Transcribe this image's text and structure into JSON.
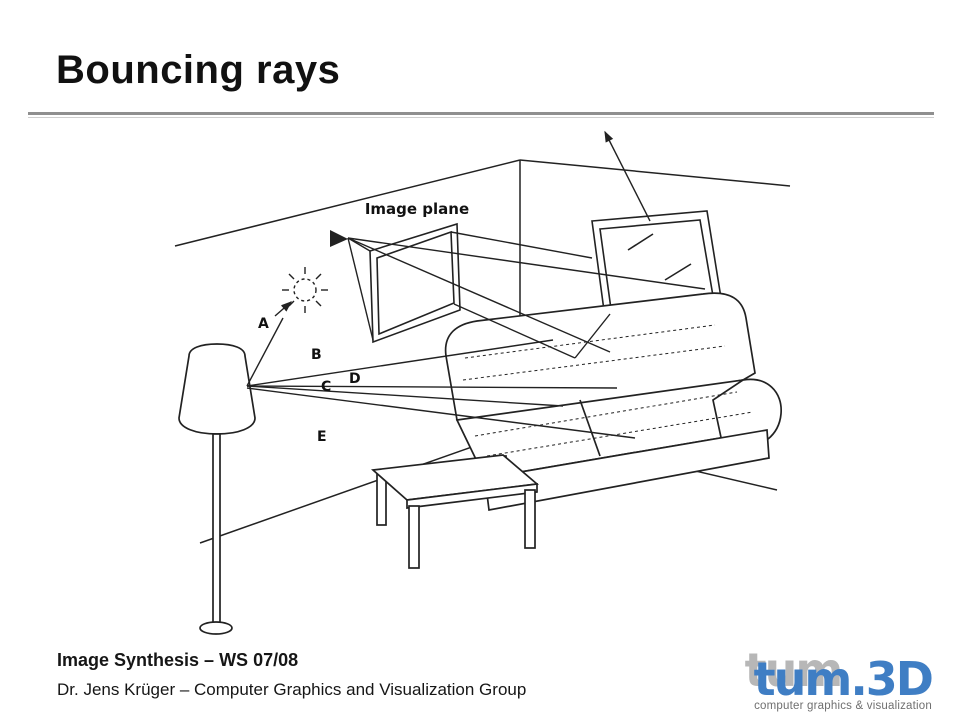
{
  "slide": {
    "title": "Bouncing rays",
    "footer_line1": "Image Synthesis – WS 07/08",
    "footer_line2": "Dr. Jens Krüger – Computer Graphics and Visualization Group"
  },
  "diagram": {
    "image_plane_label": "Image plane",
    "ray_labels": [
      "A",
      "B",
      "C",
      "D",
      "E"
    ]
  },
  "logo": {
    "tum": "tum",
    "sep": ".",
    "threed": "3D",
    "subtitle": "computer graphics & visualization",
    "blue": "#3f7ec4",
    "gray": "#b7b7b7"
  }
}
